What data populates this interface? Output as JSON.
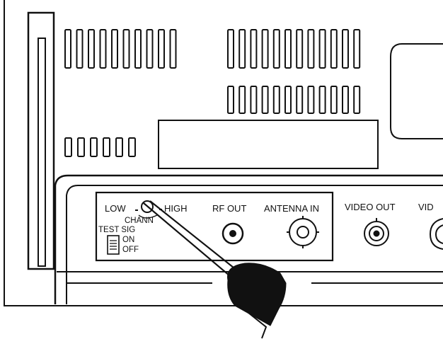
{
  "panel": {
    "channel": {
      "low": "LOW",
      "high": "HIGH",
      "name": "CHANN"
    },
    "test_sig": {
      "title": "TEST SIG",
      "on": "ON",
      "off": "OFF"
    },
    "jacks": {
      "rf_out": "RF OUT",
      "antenna_in": "ANTENNA IN",
      "video_out": "VIDEO OUT",
      "video_in_partial": "VID"
    }
  },
  "colors": {
    "ink": "#111111",
    "paper": "#ffffff"
  },
  "icons": [
    "screwdriver-icon",
    "coax-jack-icon",
    "slide-switch-icon",
    "channel-knob-icon"
  ]
}
